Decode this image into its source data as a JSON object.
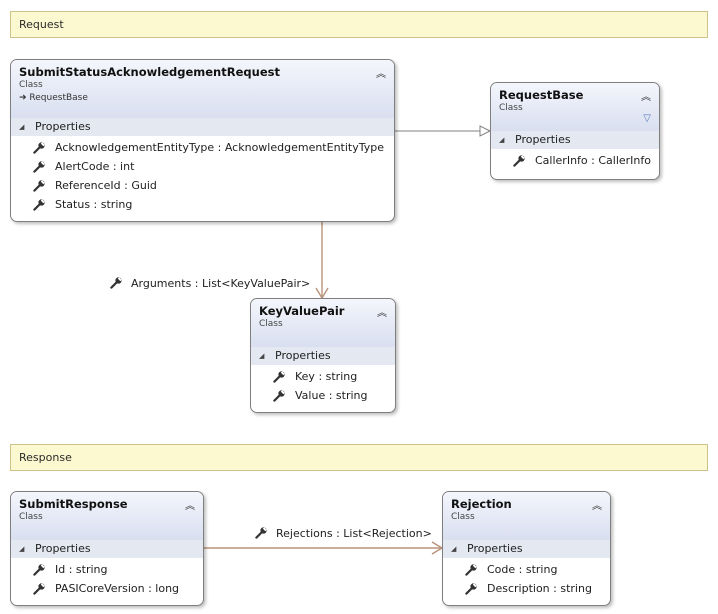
{
  "groups": {
    "request": "Request",
    "response": "Response"
  },
  "classes": {
    "submit_status": {
      "name": "SubmitStatusAcknowledgementRequest",
      "kind": "Class",
      "base": "RequestBase",
      "section": "Properties",
      "properties": [
        "AcknowledgementEntityType : AcknowledgementEntityType",
        "AlertCode : int",
        "ReferenceId : Guid",
        "Status : string"
      ]
    },
    "request_base": {
      "name": "RequestBase",
      "kind": "Class",
      "section": "Properties",
      "properties": [
        "CallerInfo : CallerInfo"
      ]
    },
    "key_value_pair": {
      "name": "KeyValuePair",
      "kind": "Class",
      "section": "Properties",
      "properties": [
        "Key : string",
        "Value : string"
      ]
    },
    "submit_response": {
      "name": "SubmitResponse",
      "kind": "Class",
      "section": "Properties",
      "properties": [
        "Id : string",
        "PASICoreVersion : long"
      ]
    },
    "rejection": {
      "name": "Rejection",
      "kind": "Class",
      "section": "Properties",
      "properties": [
        "Code : string",
        "Description : string"
      ]
    }
  },
  "associations": {
    "arguments": "Arguments : List<KeyValuePair>",
    "rejections": "Rejections : List<Rejection>"
  },
  "icons": {
    "collapse": "chevron-double-up-icon",
    "property": "wrench-icon",
    "section": "triangle-expanded-icon",
    "filter": "filter-icon",
    "inherit": "arrow-right-icon"
  }
}
